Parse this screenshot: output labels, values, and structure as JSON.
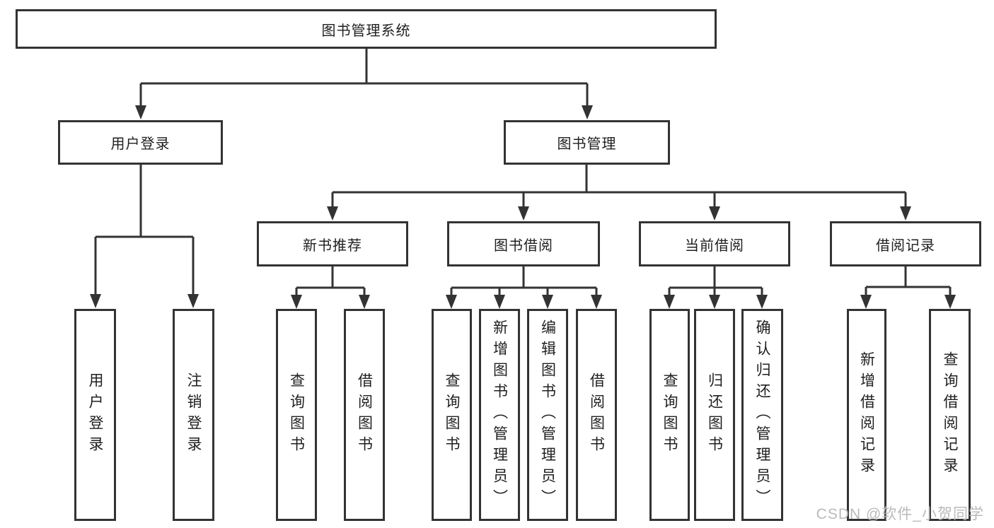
{
  "watermark": "CSDN @软件_小贺同学",
  "tree": {
    "root": "图书管理系统",
    "children": [
      {
        "label": "用户登录",
        "leaves": [
          "用户登录",
          "注销登录"
        ]
      },
      {
        "label": "图书管理",
        "children": [
          {
            "label": "新书推荐",
            "leaves": [
              "查询图书",
              "借阅图书"
            ]
          },
          {
            "label": "图书借阅",
            "leaves": [
              "查询图书",
              "新增图书（管理员）",
              "编辑图书（管理员）",
              "借阅图书"
            ]
          },
          {
            "label": "当前借阅",
            "leaves": [
              "查询图书",
              "归还图书",
              "确认归还（管理员）"
            ]
          },
          {
            "label": "借阅记录",
            "leaves": [
              "新增借阅记录",
              "查询借阅记录"
            ]
          }
        ]
      }
    ]
  },
  "colors": {
    "line": "#333333",
    "text": "#1f1f1f",
    "watermark": "#b5b5b5"
  }
}
